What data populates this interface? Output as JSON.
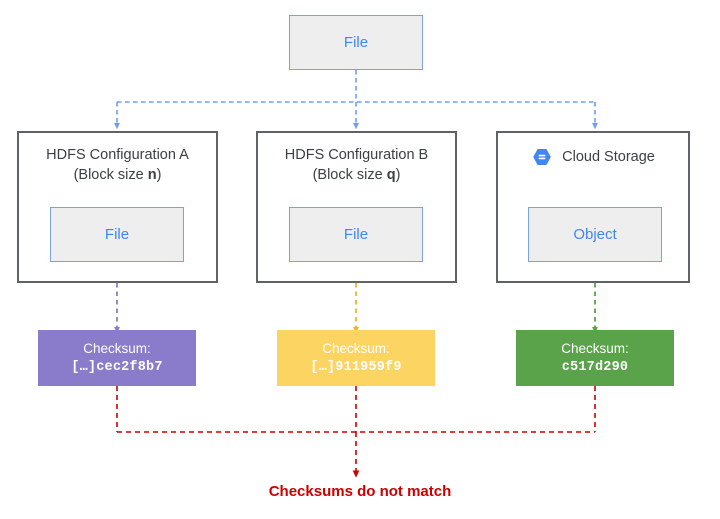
{
  "diagram": {
    "title_text": "",
    "colors": {
      "file_fill": "#eeeeee",
      "file_border": "#7aa3e0",
      "file_text": "#4285f4",
      "container_border": "#5f6368",
      "container_text": "#3c4043",
      "purple": "#8a7ccb",
      "yellow": "#fcd462",
      "green": "#5aa34a",
      "red": "#cc0000",
      "blue_connector": "#6f9eeb",
      "gray_connector": "#bdc1c6",
      "gcs_icon_blue": "#4285f4"
    }
  },
  "source": {
    "label": "File",
    "name": "source-file-box"
  },
  "containers": [
    {
      "id": "hdfs-a",
      "title": "HDFS Configuration A",
      "subtitle_prefix": "(Block size ",
      "subtitle_bold": "n",
      "subtitle_suffix": ")",
      "inner_label": "File",
      "icon": null
    },
    {
      "id": "hdfs-b",
      "title": "HDFS Configuration B",
      "subtitle_prefix": "(Block size ",
      "subtitle_bold": "q",
      "subtitle_suffix": ")",
      "inner_label": "File",
      "icon": null
    },
    {
      "id": "cloud-storage",
      "title": "Cloud Storage",
      "subtitle_prefix": "",
      "subtitle_bold": "",
      "subtitle_suffix": "",
      "inner_label": "Object",
      "icon": "cloud-storage-icon"
    }
  ],
  "checksums": [
    {
      "id": "checksum-a",
      "title": "Checksum:",
      "hash": "[…]cec2f8b7",
      "color": "#8a7ccb",
      "text_color": "#ffffff"
    },
    {
      "id": "checksum-b",
      "title": "Checksum:",
      "hash": "[…]911959f9",
      "color": "#fcd462",
      "text_color": "#ffffff"
    },
    {
      "id": "checksum-c",
      "title": "Checksum:",
      "hash": "c517d290",
      "color": "#5aa34a",
      "text_color": "#ffffff"
    }
  ],
  "verdict": {
    "text": "Checksums do not match",
    "color": "#cc0000"
  }
}
